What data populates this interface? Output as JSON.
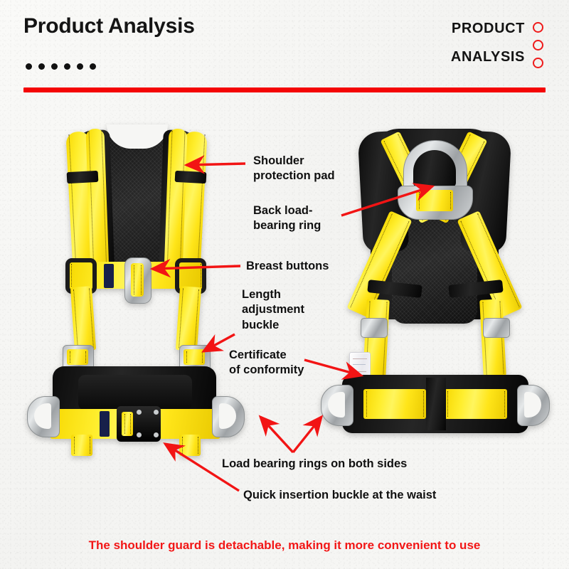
{
  "header": {
    "title": "Product Analysis",
    "tag_line1": "PRODUCT",
    "tag_line2": "ANALYSIS",
    "dot_count": 6,
    "accent_red": "#f40505",
    "circle_red": "#ef1b1b",
    "title_color": "#141414"
  },
  "callouts": [
    {
      "id": "shoulder-protection-pad",
      "text": "Shoulder\nprotection pad"
    },
    {
      "id": "back-load-bearing-ring",
      "text": "Back load-\nbearing ring"
    },
    {
      "id": "breast-buttons",
      "text": "Breast buttons"
    },
    {
      "id": "length-adjustment-buckle",
      "text": "Length\nadjustment\nbuckle"
    },
    {
      "id": "certificate-of-conformity",
      "text": "Certificate\nof conformity"
    },
    {
      "id": "load-bearing-rings",
      "text": "Load bearing rings on both sides"
    },
    {
      "id": "quick-insertion-buckle",
      "text": "Quick insertion buckle at the waist"
    }
  ],
  "footer": {
    "caption": "The shoulder guard is detachable, making it more convenient to use",
    "color": "#f21616"
  },
  "product": {
    "front_view_label": "safety-harness-front-view",
    "back_view_label": "safety-harness-back-view",
    "strap_color": "#ffe519",
    "padding_color": "#141414",
    "hardware_color": "#b9bcbe"
  }
}
